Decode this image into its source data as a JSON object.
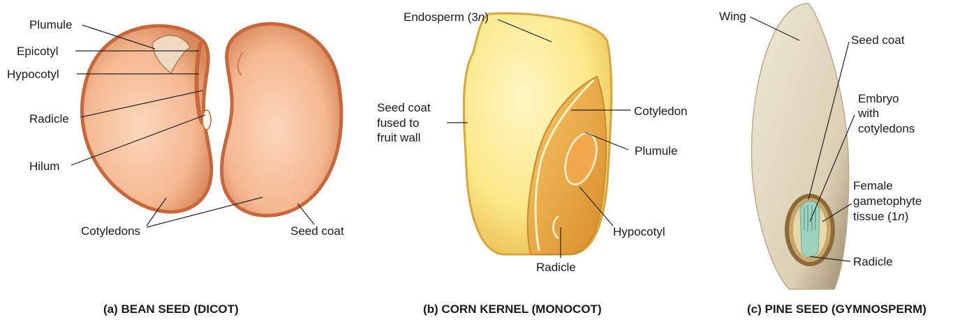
{
  "bean": {
    "labels": {
      "plumule": "Plumule",
      "epicotyl": "Epicotyl",
      "hypocotyl": "Hypocotyl",
      "radicle": "Radicle",
      "hilum": "Hilum",
      "cotyledons": "Cotyledons",
      "seed_coat": "Seed coat"
    },
    "caption": "(a)  BEAN SEED (DICOT)"
  },
  "corn": {
    "labels": {
      "endosperm": "Endosperm (3",
      "endosperm_n": "n",
      "endosperm_close": ")",
      "seed_coat_line1": "Seed coat",
      "seed_coat_line2": "fused to",
      "seed_coat_line3": "fruit wall",
      "cotyledon": "Cotyledon",
      "plumule": "Plumule",
      "hypocotyl": "Hypocotyl",
      "radicle": "Radicle"
    },
    "caption": "(b)  CORN KERNEL (MONOCOT)"
  },
  "pine": {
    "labels": {
      "wing": "Wing",
      "seed_coat": "Seed coat",
      "embryo_line1": "Embryo",
      "embryo_line2": "with",
      "embryo_line3": "cotyledons",
      "female_line1": "Female",
      "female_line2": "gametophyte",
      "female_line3": "tissue (1",
      "female_n": "n",
      "female_close": ")",
      "radicle": "Radicle"
    },
    "caption": "(c)  PINE SEED (GYMNOSPERM)"
  },
  "colors": {
    "bean_fill": "#f5b892",
    "bean_edge": "#c8683a",
    "corn_fill": "#fbe98a",
    "corn_embryo": "#f0b24a",
    "pine_wing": "#e6ddc8",
    "pine_seed": "#8c6a3a",
    "pine_embryo": "#9ed3c0"
  }
}
